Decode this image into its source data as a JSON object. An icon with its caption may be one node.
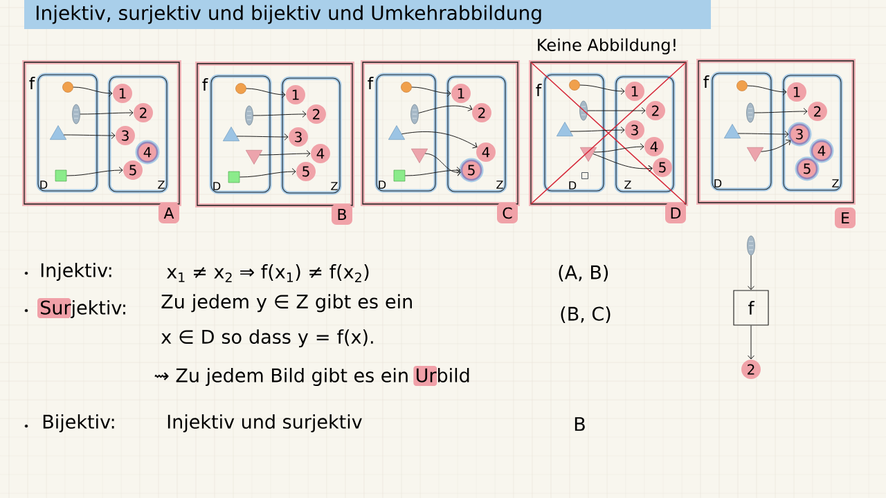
{
  "diagram": {
    "title": "Injektiv, surjektiv und bijektiv und Umkehrabbildung",
    "nodes": [
      {
        "text": [
          "f"
        ],
        "beside": [
          "A"
        ]
      },
      {
        "text": [
          "D"
        ],
        "in": 0
      },
      {
        "text": [
          "Z"
        ],
        "in": 0
      },
      {
        "text": [],
        "shape": "circle",
        "in": 1
      },
      {
        "text": [],
        "shape": "ellipse",
        "in": 1
      },
      {
        "text": [],
        "shape": "triangle",
        "in": 1
      },
      {
        "text": [],
        "shape": "box",
        "in": 1
      },
      {
        "text": [
          "1"
        ],
        "in": 2
      },
      {
        "text": [
          "2"
        ],
        "in": 2
      },
      {
        "text": [
          "3"
        ],
        "in": 2
      },
      {
        "text": [
          "4"
        ],
        "in": 2
      },
      {
        "text": [
          "5"
        ],
        "in": 2
      },
      {
        "text": [
          "f"
        ],
        "beside": [
          "B"
        ]
      },
      {
        "text": [
          "D"
        ],
        "in": 12
      },
      {
        "text": [
          "Z"
        ],
        "in": 12
      },
      {
        "text": [],
        "shape": "circle",
        "in": 13
      },
      {
        "text": [],
        "shape": "ellipse",
        "in": 13
      },
      {
        "text": [],
        "shape": "triangle",
        "in": 13
      },
      {
        "text": [],
        "shape": "triangle",
        "in": 13
      },
      {
        "text": [],
        "shape": "box",
        "in": 13
      },
      {
        "text": [
          "1"
        ],
        "in": 14
      },
      {
        "text": [
          "2"
        ],
        "in": 14
      },
      {
        "text": [
          "3"
        ],
        "in": 14
      },
      {
        "text": [
          "4"
        ],
        "in": 14
      },
      {
        "text": [
          "5"
        ],
        "in": 14
      },
      {
        "text": [
          "f"
        ],
        "beside": [
          "C"
        ]
      },
      {
        "text": [
          "D"
        ],
        "in": 25
      },
      {
        "text": [
          "Z"
        ],
        "in": 25
      },
      {
        "text": [],
        "shape": "circle",
        "in": 26
      },
      {
        "text": [],
        "shape": "ellipse",
        "in": 26
      },
      {
        "text": [],
        "shape": "triangle",
        "in": 26
      },
      {
        "text": [],
        "shape": "triangle",
        "in": 26
      },
      {
        "text": [],
        "shape": "box",
        "in": 26
      },
      {
        "text": [
          "1"
        ],
        "in": 27
      },
      {
        "text": [
          "2"
        ],
        "in": 27
      },
      {
        "text": [
          "4"
        ],
        "in": 27
      },
      {
        "text": [
          "5"
        ],
        "in": 27
      },
      {
        "text": [
          "f"
        ],
        "beside": [
          "D"
        ]
      },
      {
        "text": [
          "D"
        ],
        "in": 37
      },
      {
        "text": [
          "Z"
        ],
        "in": 37
      },
      {
        "text": [],
        "shape": "circle",
        "in": 38
      },
      {
        "text": [],
        "shape": "ellipse",
        "in": 38
      },
      {
        "text": [],
        "shape": "triangle",
        "in": 38
      },
      {
        "text": [],
        "shape": "triangle",
        "in": 38
      },
      {
        "text": [],
        "shape": "box",
        "in": 38
      },
      {
        "text": [
          "1"
        ],
        "in": 39
      },
      {
        "text": [
          "2"
        ],
        "in": 39
      },
      {
        "text": [
          "3"
        ],
        "in": 39
      },
      {
        "text": [
          "4"
        ],
        "in": 39
      },
      {
        "text": [
          "5"
        ],
        "in": 39
      },
      {
        "text": [
          "f"
        ],
        "beside": [
          "E"
        ]
      },
      {
        "text": [
          "D"
        ],
        "in": 50
      },
      {
        "text": [
          "Z"
        ],
        "in": 50
      },
      {
        "text": [],
        "shape": "circle",
        "in": 51
      },
      {
        "text": [],
        "shape": "ellipse",
        "in": 51
      },
      {
        "text": [],
        "shape": "triangle",
        "in": 51
      },
      {
        "text": [],
        "shape": "triangle",
        "in": 51
      },
      {
        "text": [
          "1"
        ],
        "in": 52
      },
      {
        "text": [
          "2"
        ],
        "in": 52
      },
      {
        "text": [
          "3"
        ],
        "in": 52
      },
      {
        "text": [
          "4"
        ],
        "in": 52
      },
      {
        "text": [
          "5"
        ],
        "in": 52
      },
      {
        "text": [],
        "shape": "ellipse"
      },
      {
        "text": [
          "f"
        ]
      },
      {
        "text": [
          "2"
        ]
      }
    ],
    "edges": [
      {
        "from": 3,
        "to": 7,
        "arrow": "to"
      },
      {
        "from": 4,
        "to": 8,
        "arrow": "to"
      },
      {
        "from": 5,
        "to": 9,
        "arrow": "to"
      },
      {
        "from": 6,
        "to": 11,
        "arrow": "to"
      },
      {
        "from": 15,
        "to": 20,
        "arrow": "to"
      },
      {
        "from": 16,
        "to": 21,
        "arrow": "to"
      },
      {
        "from": 17,
        "to": 22,
        "arrow": "to"
      },
      {
        "from": 18,
        "to": 23,
        "arrow": "to"
      },
      {
        "from": 19,
        "to": 24,
        "arrow": "to"
      },
      {
        "from": 28,
        "to": 33,
        "arrow": "to"
      },
      {
        "from": 29,
        "to": 34,
        "arrow": "to"
      },
      {
        "from": 30,
        "to": 35,
        "arrow": "to"
      },
      {
        "from": 31,
        "to": 36,
        "arrow": "to"
      },
      {
        "from": 32,
        "to": 36,
        "arrow": "to"
      },
      {
        "from": 40,
        "to": 45,
        "arrow": "to"
      },
      {
        "from": 41,
        "to": 46,
        "arrow": "to"
      },
      {
        "from": 42,
        "to": 47,
        "arrow": "to"
      },
      {
        "from": 43,
        "to": 48,
        "arrow": "to"
      },
      {
        "from": 43,
        "to": 49,
        "arrow": "to"
      },
      {
        "from": 53,
        "to": 57,
        "arrow": "to"
      },
      {
        "from": 54,
        "to": 58,
        "arrow": "to"
      },
      {
        "from": 55,
        "to": 59,
        "arrow": "to"
      },
      {
        "from": 56,
        "to": 59,
        "arrow": "to"
      },
      {
        "from": 62,
        "to": 63,
        "arrow": "to"
      },
      {
        "from": 63,
        "to": 64,
        "arrow": "to"
      }
    ],
    "labels": [
      "Keine Abbildung!",
      "Injektiv:",
      "x$_{1}$ ≠ x$_{2}$ ⇒ f(x$_{1}$) ≠ f(x$_{2}$)",
      "(A, B)",
      "Surjektiv:",
      "Zu jedem y ∈ Z gibt es ein x ∈ D so dass y = f(x).",
      "(B, C)",
      "⇝ Zu jedem Bild gibt es ein Urbild",
      "Bijektiv:",
      "Injektiv und surjektiv",
      "B"
    ]
  }
}
